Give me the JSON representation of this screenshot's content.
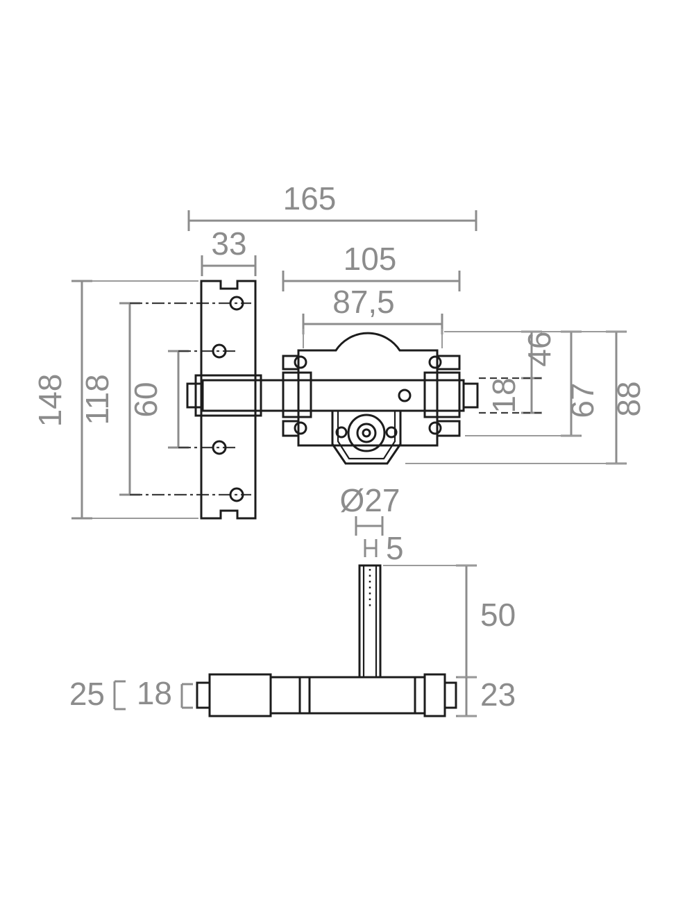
{
  "drawing": {
    "type": "lock-technical-drawing",
    "colors": {
      "outline": "#1c1c1c",
      "dimension": "#8c8c8c",
      "background": "#ffffff"
    },
    "dimensions": {
      "overall_width": "165",
      "plate_width": "33",
      "body_width": "105",
      "hole_spacing": "87,5",
      "plate_height": "148",
      "hole_spacing_vertical": "118",
      "guide_height": "60",
      "upper_body_height": "46",
      "bolt_height": "18",
      "lower_body_height": "67",
      "body_height": "88",
      "cylinder_diameter": "Ø27",
      "pin_width": "5",
      "cylinder_length": "50",
      "base_depth": "23",
      "cap_depth": "25",
      "block_depth": "18"
    }
  }
}
